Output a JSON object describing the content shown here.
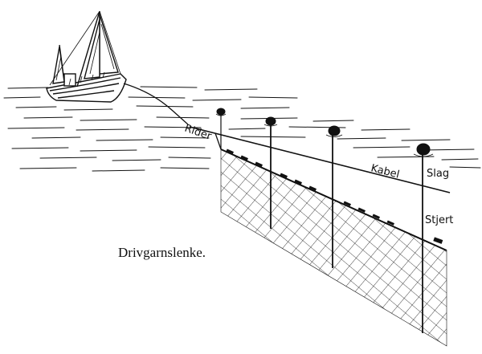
{
  "figure": {
    "caption": "Drivgarnslenke.",
    "labels": {
      "rider": "Rider",
      "kabel": "Kabel",
      "slag": "Slag",
      "stjert": "Stjert"
    }
  },
  "colors": {
    "ink": "#111111",
    "paper": "#ffffff"
  }
}
